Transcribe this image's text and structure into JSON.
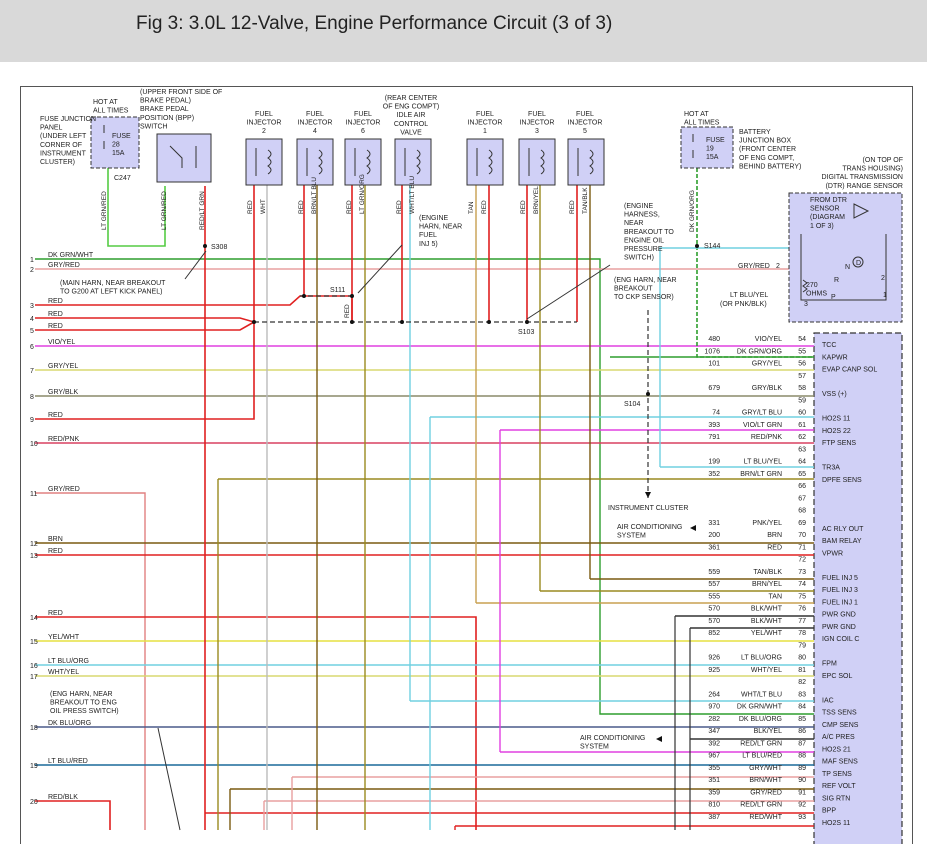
{
  "header": {
    "title": "Fig 3: 3.0L 12-Valve, Engine Performance Circuit (3 of 3)"
  },
  "colors": {
    "red": "#e02020",
    "green": "#2e9e2e",
    "lt_green": "#55cc44",
    "dk_green": "#1c7a1c",
    "gry_red": "#e8a0a0",
    "vio_yel": "#e040e0",
    "gry_yel": "#d8d870",
    "gry_blk": "#8a8a6a",
    "red_pnk": "#d84060",
    "brn": "#7a5a10",
    "olive": "#9a8a20",
    "yel": "#e6e040",
    "lt_blu": "#70d0e0",
    "blu": "#1a6a9a",
    "tan": "#c8a050",
    "pink": "#e08080",
    "grey": "#bbbbbb",
    "dash": "#333333",
    "pcm_fill": "#d0d0f6"
  },
  "fuse_junction": {
    "label": [
      "HOT AT",
      "ALL TIMES"
    ],
    "location": [
      "FUSE JUNCTION",
      "PANEL",
      "(UNDER LEFT",
      "CORNER OF",
      "INSTRUMENT",
      "CLUSTER)"
    ],
    "fuse": [
      "FUSE",
      "28",
      "15A"
    ],
    "connector": "C247"
  },
  "bpp_switch": {
    "label": [
      "(UPPER FRONT SIDE OF",
      "BRAKE PEDAL)",
      "BRAKE PEDAL",
      "POSITION (BPP)",
      "SWITCH"
    ]
  },
  "injectors": [
    {
      "label": [
        "FUEL",
        "INJECTOR",
        "2"
      ],
      "wires": [
        "RED",
        "WHT"
      ]
    },
    {
      "label": [
        "FUEL",
        "INJECTOR",
        "4"
      ],
      "wires": [
        "RED",
        "BRN/LT BLU"
      ]
    },
    {
      "label": [
        "FUEL",
        "INJECTOR",
        "6"
      ],
      "wires": [
        "RED",
        "LT GRN/ORG"
      ]
    },
    {
      "label": [
        "(REAR CENTER",
        "OF ENG COMPT)",
        "IDLE AIR",
        "CONTROL",
        "VALVE"
      ],
      "wires": [
        "RED",
        "WHT/LT BLU"
      ]
    },
    {
      "label": [
        "FUEL",
        "INJECTOR",
        "1"
      ],
      "wires": [
        "TAN",
        "RED"
      ]
    },
    {
      "label": [
        "FUEL",
        "INJECTOR",
        "3"
      ],
      "wires": [
        "RED",
        "BRN/YEL"
      ]
    },
    {
      "label": [
        "FUEL",
        "INJECTOR",
        "5"
      ],
      "wires": [
        "RED",
        "TAN/BLK"
      ]
    }
  ],
  "battery_box": {
    "label": [
      "HOT AT",
      "ALL TIMES"
    ],
    "fuse": [
      "FUSE",
      "19",
      "15A"
    ],
    "location": [
      "BATTERY",
      "JUNCTION BOX",
      "(FRONT CENTER",
      "OF ENG COMPT,",
      "BEHIND BATTERY)"
    ],
    "wire": "DK GRN/ORG",
    "splice": "S144"
  },
  "dtr": {
    "location": [
      "(ON TOP OF",
      "TRANS HOUSING)",
      "DIGITAL TRANSMISSION",
      "(DTR) RANGE SENSOR"
    ],
    "inner": [
      "FROM DTR",
      "SENSOR",
      "(DIAGRAM",
      "1 OF 3)"
    ],
    "ohms": [
      "270",
      "OHMS"
    ],
    "letters": [
      "D",
      "N",
      "R",
      "P",
      "2",
      "1"
    ],
    "pins": [
      "2",
      "3"
    ]
  },
  "left_wires": [
    {
      "num": "1",
      "label": "DK GRN/WHT"
    },
    {
      "num": "2",
      "label": "GRY/RED"
    },
    {
      "num": "3",
      "label": "RED"
    },
    {
      "num": "4",
      "label": "RED"
    },
    {
      "num": "5",
      "label": "RED"
    },
    {
      "num": "6",
      "label": "VIO/YEL"
    },
    {
      "num": "7",
      "label": "GRY/YEL"
    },
    {
      "num": "8",
      "label": "GRY/BLK"
    },
    {
      "num": "9",
      "label": "RED"
    },
    {
      "num": "10",
      "label": "RED/PNK"
    },
    {
      "num": "11",
      "label": "GRY/RED"
    },
    {
      "num": "12",
      "label": "BRN"
    },
    {
      "num": "13",
      "label": "RED"
    },
    {
      "num": "14",
      "label": "RED"
    },
    {
      "num": "15",
      "label": "YEL/WHT"
    },
    {
      "num": "16",
      "label": "LT BLU/ORG"
    },
    {
      "num": "17",
      "label": "WHT/YEL"
    },
    {
      "num": "18",
      "label": "DK BLU/ORG"
    },
    {
      "num": "19",
      "label": "LT BLU/RED"
    },
    {
      "num": "20",
      "label": "RED/BLK"
    }
  ],
  "callouts": {
    "main_harn": [
      "(MAIN HARN, NEAR BREAKOUT",
      "TO G200 AT LEFT KICK PANEL)"
    ],
    "eng_harn_inj5": [
      "(ENGINE",
      "HARN, NEAR",
      "FUEL",
      "INJ 5)"
    ],
    "eng_harn_oil": [
      "(ENGINE",
      "HARNESS,",
      "NEAR",
      "BREAKOUT TO",
      "ENGINE OIL",
      "PRESSURE",
      "SWITCH)"
    ],
    "eng_harn_ckp": [
      "(ENG HARN, NEAR",
      "BREAKOUT",
      "TO CKP SENSOR)"
    ],
    "eng_harn_oil2": [
      "(ENG HARN, NEAR",
      "BREAKOUT TO ENG",
      "OIL PRESS SWITCH)"
    ],
    "instrument_cluster": "INSTRUMENT CLUSTER",
    "ac_system_1": [
      "AIR CONDITIONING",
      "SYSTEM"
    ],
    "ac_system_2": [
      "AIR CONDITIONING",
      "SYSTEM"
    ]
  },
  "splices": {
    "s308": "S308",
    "s111": "S111",
    "s103": "S103",
    "s104": "S104",
    "s111_wire": "RED"
  },
  "dtr_wires": [
    {
      "label": "GRY/RED",
      "pin": "2"
    },
    {
      "label": "LT BLU/YEL",
      "label2": "(OR PNK/BLK)",
      "pin": "3"
    }
  ],
  "pcm_rows": [
    {
      "circuit": "480",
      "wire": "VIO/YEL",
      "pin": "54",
      "func": "TCC"
    },
    {
      "circuit": "1076",
      "wire": "DK GRN/ORG",
      "pin": "55",
      "func": "KAPWR"
    },
    {
      "circuit": "101",
      "wire": "GRY/YEL",
      "pin": "56",
      "func": "EVAP CANP SOL"
    },
    {
      "circuit": "",
      "wire": "",
      "pin": "57",
      "func": ""
    },
    {
      "circuit": "679",
      "wire": "GRY/BLK",
      "pin": "58",
      "func": "VSS (+)"
    },
    {
      "circuit": "",
      "wire": "",
      "pin": "59",
      "func": ""
    },
    {
      "circuit": "74",
      "wire": "GRY/LT BLU",
      "pin": "60",
      "func": "HO2S 11"
    },
    {
      "circuit": "393",
      "wire": "VIO/LT GRN",
      "pin": "61",
      "func": "HO2S 22"
    },
    {
      "circuit": "791",
      "wire": "RED/PNK",
      "pin": "62",
      "func": "FTP SENS"
    },
    {
      "circuit": "",
      "wire": "",
      "pin": "63",
      "func": ""
    },
    {
      "circuit": "199",
      "wire": "LT BLU/YEL",
      "pin": "64",
      "func": "TR3A"
    },
    {
      "circuit": "352",
      "wire": "BRN/LT GRN",
      "pin": "65",
      "func": "DPFE SENS"
    },
    {
      "circuit": "",
      "wire": "",
      "pin": "66",
      "func": ""
    },
    {
      "circuit": "",
      "wire": "",
      "pin": "67",
      "func": ""
    },
    {
      "circuit": "",
      "wire": "",
      "pin": "68",
      "func": ""
    },
    {
      "circuit": "331",
      "wire": "PNK/YEL",
      "pin": "69",
      "func": "AC RLY OUT"
    },
    {
      "circuit": "200",
      "wire": "BRN",
      "pin": "70",
      "func": "BAM RELAY"
    },
    {
      "circuit": "361",
      "wire": "RED",
      "pin": "71",
      "func": "VPWR"
    },
    {
      "circuit": "",
      "wire": "",
      "pin": "72",
      "func": ""
    },
    {
      "circuit": "559",
      "wire": "TAN/BLK",
      "pin": "73",
      "func": "FUEL INJ 5"
    },
    {
      "circuit": "557",
      "wire": "BRN/YEL",
      "pin": "74",
      "func": "FUEL INJ 3"
    },
    {
      "circuit": "555",
      "wire": "TAN",
      "pin": "75",
      "func": "FUEL INJ 1"
    },
    {
      "circuit": "570",
      "wire": "BLK/WHT",
      "pin": "76",
      "func": "PWR GND"
    },
    {
      "circuit": "570",
      "wire": "BLK/WHT",
      "pin": "77",
      "func": "PWR GND"
    },
    {
      "circuit": "852",
      "wire": "YEL/WHT",
      "pin": "78",
      "func": "IGN COIL C"
    },
    {
      "circuit": "",
      "wire": "",
      "pin": "79",
      "func": ""
    },
    {
      "circuit": "926",
      "wire": "LT BLU/ORG",
      "pin": "80",
      "func": "FPM"
    },
    {
      "circuit": "925",
      "wire": "WHT/YEL",
      "pin": "81",
      "func": "EPC SOL"
    },
    {
      "circuit": "",
      "wire": "",
      "pin": "82",
      "func": ""
    },
    {
      "circuit": "264",
      "wire": "WHT/LT BLU",
      "pin": "83",
      "func": "IAC"
    },
    {
      "circuit": "970",
      "wire": "DK GRN/WHT",
      "pin": "84",
      "func": "TSS SENS"
    },
    {
      "circuit": "282",
      "wire": "DK BLU/ORG",
      "pin": "85",
      "func": "CMP SENS"
    },
    {
      "circuit": "347",
      "wire": "BLK/YEL",
      "pin": "86",
      "func": "A/C PRES"
    },
    {
      "circuit": "392",
      "wire": "RED/LT GRN",
      "pin": "87",
      "func": "HO2S 21"
    },
    {
      "circuit": "967",
      "wire": "LT BLU/RED",
      "pin": "88",
      "func": "MAF SENS"
    },
    {
      "circuit": "355",
      "wire": "GRY/WHT",
      "pin": "89",
      "func": "TP SENS"
    },
    {
      "circuit": "351",
      "wire": "BRN/WHT",
      "pin": "90",
      "func": "REF VOLT"
    },
    {
      "circuit": "359",
      "wire": "GRY/RED",
      "pin": "91",
      "func": "SIG RTN"
    },
    {
      "circuit": "810",
      "wire": "RED/LT GRN",
      "pin": "92",
      "func": "BPP"
    },
    {
      "circuit": "387",
      "wire": "RED/WHT",
      "pin": "93",
      "func": "HO2S 11"
    }
  ]
}
